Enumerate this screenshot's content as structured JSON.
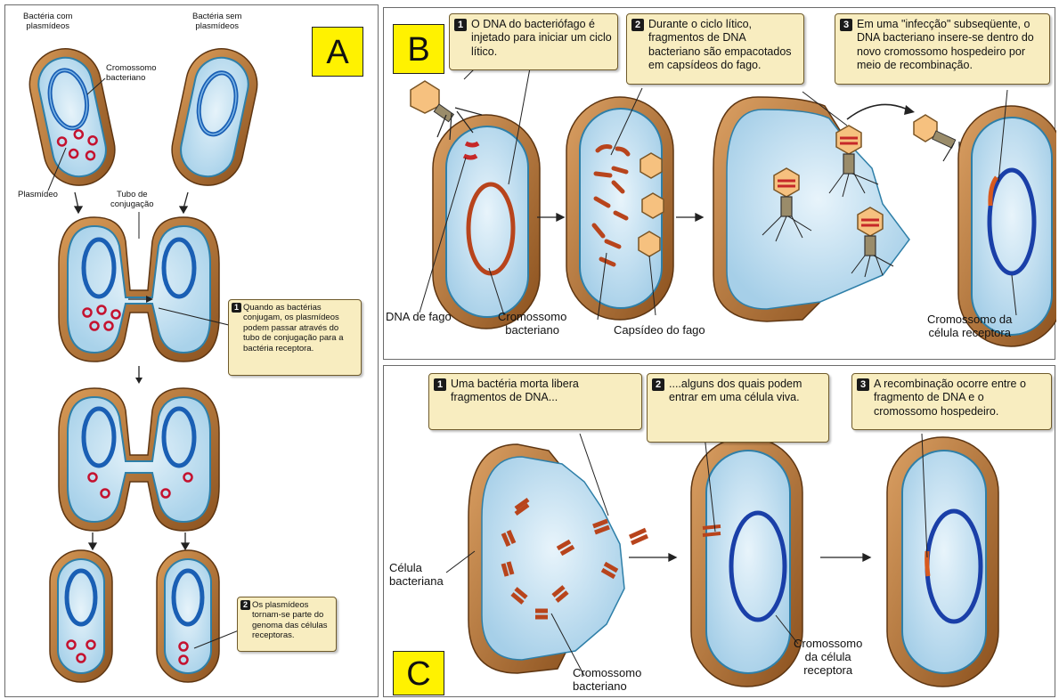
{
  "panel_a": {
    "letter": "A",
    "label_with_plasmids": "Bactéria com\nplasmídeos",
    "label_without_plasmids": "Bactéria sem\nplasmídeos",
    "label_chromosome": "Cromossomo\nbacteriano",
    "label_plasmid": "Plasmídeo",
    "label_tube": "Tubo de\nconjugação",
    "step1_number": "1",
    "step1_text": "Quando as bactérias conjugam, os plasmídeos podem passar através do tubo de conjugação para a bactéria receptora.",
    "step2_number": "2",
    "step2_text": "Os plasmídeos tornam-se parte do genoma das células receptoras."
  },
  "panel_b": {
    "letter": "B",
    "step1_number": "1",
    "step1_text": "O DNA do bacteriófago é injetado para iniciar um ciclo lítico.",
    "step2_number": "2",
    "step2_text": "Durante o ciclo lítico, fragmentos de DNA bacteriano são empacotados em capsídeos do fago.",
    "step3_number": "3",
    "step3_text": "Em uma \"infecção\" subseqüente, o DNA bacteriano insere-se dentro do novo cromossomo hospedeiro por meio de recombinação.",
    "label_phage_dna": "DNA de fago",
    "label_chromosome": "Cromossomo\nbacteriano",
    "label_capsid": "Capsídeo do fago",
    "label_receptor_chromosome": "Cromossomo da\ncélula receptora"
  },
  "panel_c": {
    "letter": "C",
    "step1_number": "1",
    "step1_text": "Uma bactéria morta libera fragmentos de DNA...",
    "step2_number": "2",
    "step2_text": "....alguns dos quais podem entrar em uma célula viva.",
    "step3_number": "3",
    "step3_text": "A recombinação ocorre entre o fragmento de DNA e o cromossomo hospedeiro.",
    "label_cell": "Célula\nbacteriana",
    "label_chromosome": "Cromossomo\nbacteriano",
    "label_receptor_chromosome": "Cromossomo\nda célula\nreceptora"
  },
  "colors": {
    "cell_wall": "#b3712f",
    "cytoplasm": "#cfe6f3",
    "chromosome": "#1a5fb4",
    "plasmid": "#c4122f",
    "dna_fragment": "#b8441c",
    "callout_bg": "#f8edc0",
    "letter_bg": "#fff200"
  }
}
